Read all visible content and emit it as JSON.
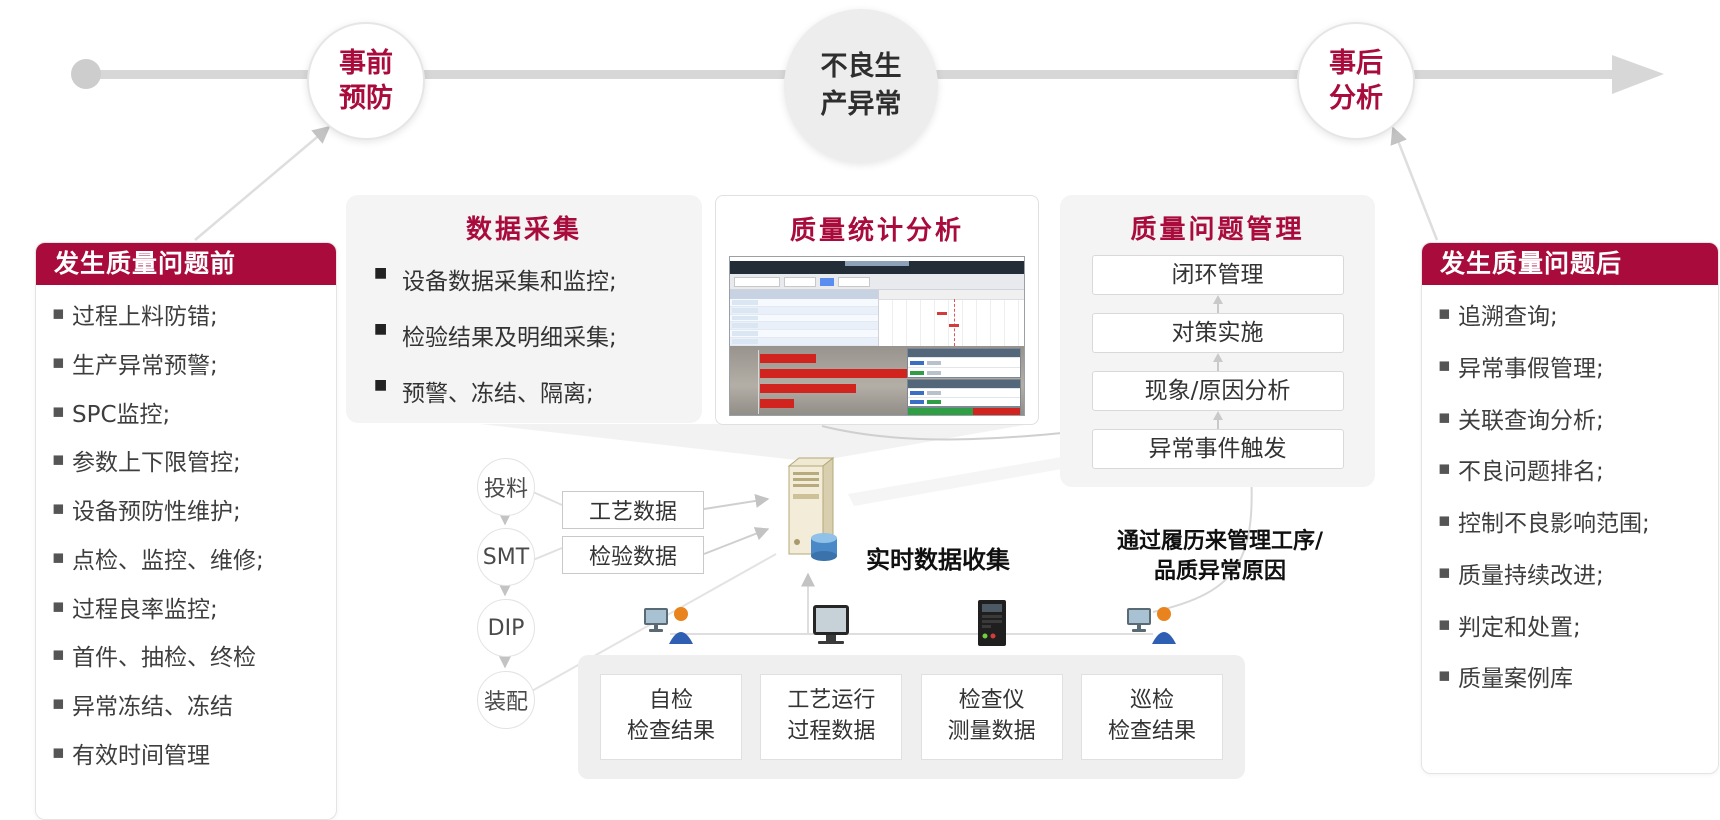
{
  "timeline": {
    "nodes": [
      {
        "line1": "事前",
        "line2": "预防"
      },
      {
        "line1": "不良生",
        "line2": "产异常"
      },
      {
        "line1": "事后",
        "line2": "分析"
      }
    ]
  },
  "left_panel": {
    "title": "发生质量问题前",
    "items": [
      "过程上料防错;",
      "生产异常预警;",
      "SPC监控;",
      "参数上下限管控;",
      "设备预防性维护;",
      "点检、监控、维修;",
      "过程良率监控;",
      "首件、抽检、终检",
      "异常冻结、冻结",
      "有效时间管理"
    ]
  },
  "data_collection": {
    "title": "数据采集",
    "items": [
      "设备数据采集和监控;",
      "检验结果及明细采集;",
      "预警、冻结、隔离;"
    ]
  },
  "quality_analysis": {
    "title": "质量统计分析"
  },
  "problem_mgmt": {
    "title": "质量问题管理",
    "steps": [
      "闭环管理",
      "对策实施",
      "现象/原因分析",
      "异常事件触发"
    ]
  },
  "right_panel": {
    "title": "发生质量问题后",
    "items": [
      "追溯查询;",
      "异常事假管理;",
      "关联查询分析;",
      "不良问题排名;",
      "控制不良影响范围;",
      "质量持续改进;",
      "判定和处置;",
      "质量案例库"
    ]
  },
  "process_chain": {
    "stages": [
      "投料",
      "SMT",
      "DIP",
      "装配"
    ]
  },
  "data_flow": {
    "boxes": [
      "工艺数据",
      "检验数据"
    ],
    "realtime_label": "实时数据收集",
    "history_label": {
      "line1": "通过履历来管理工序/",
      "line2": "品质异常原因"
    }
  },
  "bottom_sources": [
    {
      "line1": "自检",
      "line2": "检查结果"
    },
    {
      "line1": "工艺运行",
      "line2": "过程数据"
    },
    {
      "line1": "检查仪",
      "line2": "测量数据"
    },
    {
      "line1": "巡检",
      "line2": "检查结果"
    }
  ],
  "colors": {
    "accent": "#a80b3c",
    "line_gray": "#d6d6d6"
  }
}
